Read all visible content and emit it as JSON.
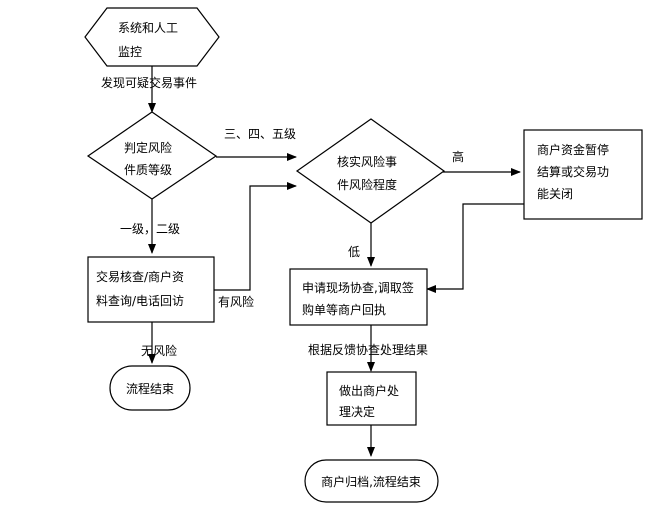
{
  "nodes": {
    "start_monitor": {
      "line1": "系统和人工",
      "line2": "监控"
    },
    "judge_risk": {
      "line1": "判定风险",
      "line2": "件质等级"
    },
    "verify_risk": {
      "line1": "核实风险事",
      "line2": "件风险程度"
    },
    "suspend": {
      "line1": "商户资金暂停",
      "line2": "结算或交易功",
      "line3": "能关闭"
    },
    "trade_check": {
      "line1": "交易核查/商户资",
      "line2": "料查询/电话回访"
    },
    "apply_visit": {
      "line1": "申请现场协查,调取签",
      "line2": "购单等商户回执"
    },
    "end_left": {
      "label": "流程结束"
    },
    "decide": {
      "line1": "做出商户处",
      "line2": "理决定"
    },
    "end_right": {
      "label": "商户归档,流程结束"
    }
  },
  "edges": {
    "found_suspicious": "发现可疑交易事件",
    "level_345": "三、四、五级",
    "high": "高",
    "level_12": "一级，二级",
    "has_risk": "有风险",
    "low": "低",
    "no_risk": "无风险",
    "by_feedback": "根据反馈协查处理结果"
  }
}
